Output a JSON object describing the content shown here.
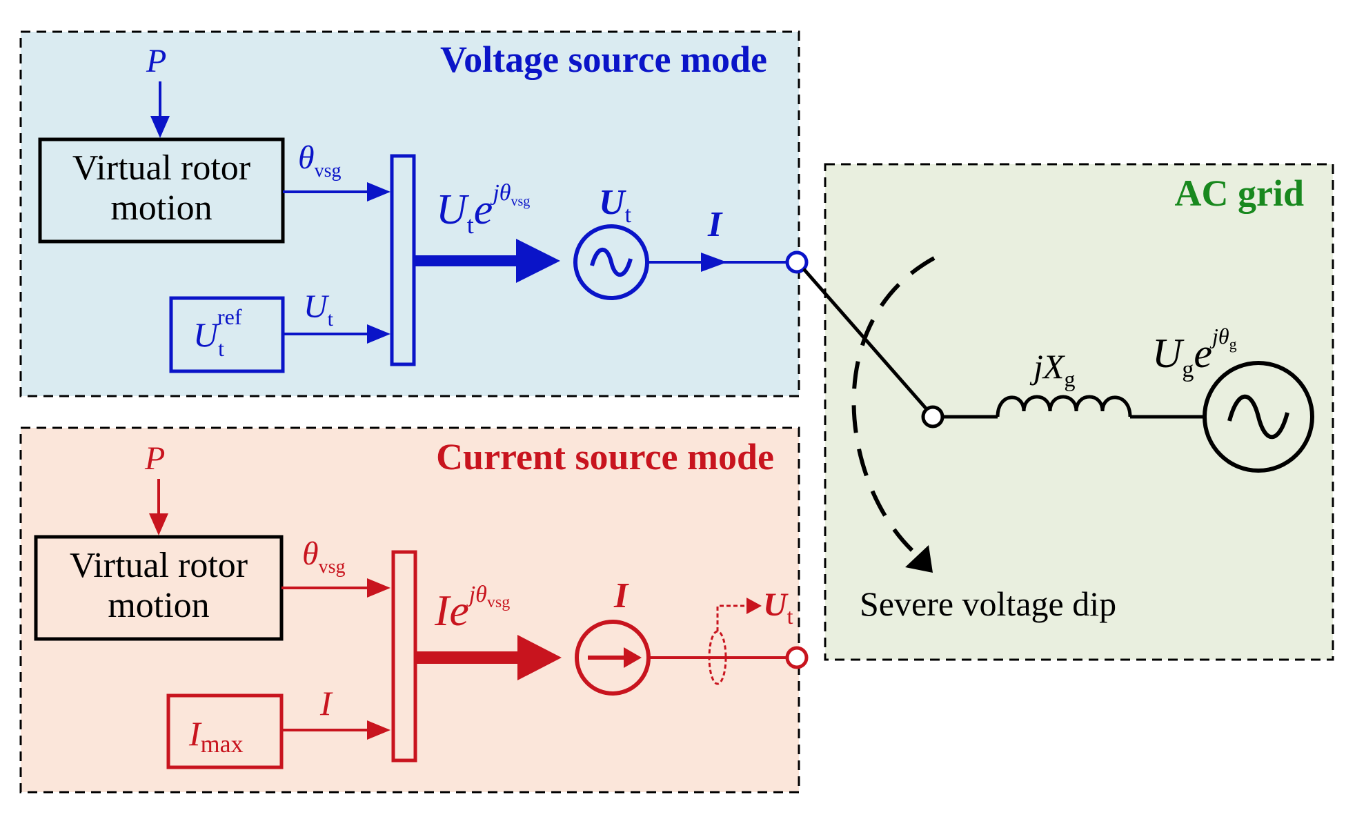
{
  "colors": {
    "voltage_mode": "#0a14c8",
    "current_mode": "#c8141e",
    "ac_grid": "#18881e",
    "black": "#000000",
    "voltage_panel_bg": "#daebf1",
    "current_panel_bg": "#fbe6da",
    "grid_panel_bg": "#e9efdf"
  },
  "voltage_panel": {
    "title": "Voltage source mode",
    "p_label": "P",
    "rotor_block_line1": "Virtual rotor",
    "rotor_block_line2": "motion",
    "theta_sym": "θ",
    "theta_sub": "vsg",
    "uref_main": "U",
    "uref_sub": "t",
    "uref_sup": "ref",
    "ut_sym": "U",
    "ut_sub": "t",
    "out_main": "U",
    "out_sub": "t",
    "out_e": "e",
    "out_exp_j": "jθ",
    "out_exp_sub": "vsg",
    "source_label_main": "U",
    "source_label_sub": "t",
    "current_label": "I",
    "source_icon": "voltage-source-icon"
  },
  "current_panel": {
    "title": "Current source mode",
    "p_label": "P",
    "rotor_block_line1": "Virtual rotor",
    "rotor_block_line2": "motion",
    "theta_sym": "θ",
    "theta_sub": "vsg",
    "imax_main": "I",
    "imax_sub": "max",
    "i_sym": "I",
    "out_main": "I",
    "out_e": "e",
    "out_exp_j": "jθ",
    "out_exp_sub": "vsg",
    "source_label": "I",
    "ut_meas_main": "U",
    "ut_meas_sub": "t",
    "source_icon": "current-source-icon"
  },
  "grid_panel": {
    "title": "AC grid",
    "reactance_j": "j",
    "reactance_main": "X",
    "reactance_sub": "g",
    "ug_main": "U",
    "ug_sub": "g",
    "ug_e": "e",
    "ug_exp_j": "jθ",
    "ug_exp_sub": "g",
    "dip_label": "Severe voltage dip",
    "source_icon": "grid-voltage-source-icon"
  }
}
